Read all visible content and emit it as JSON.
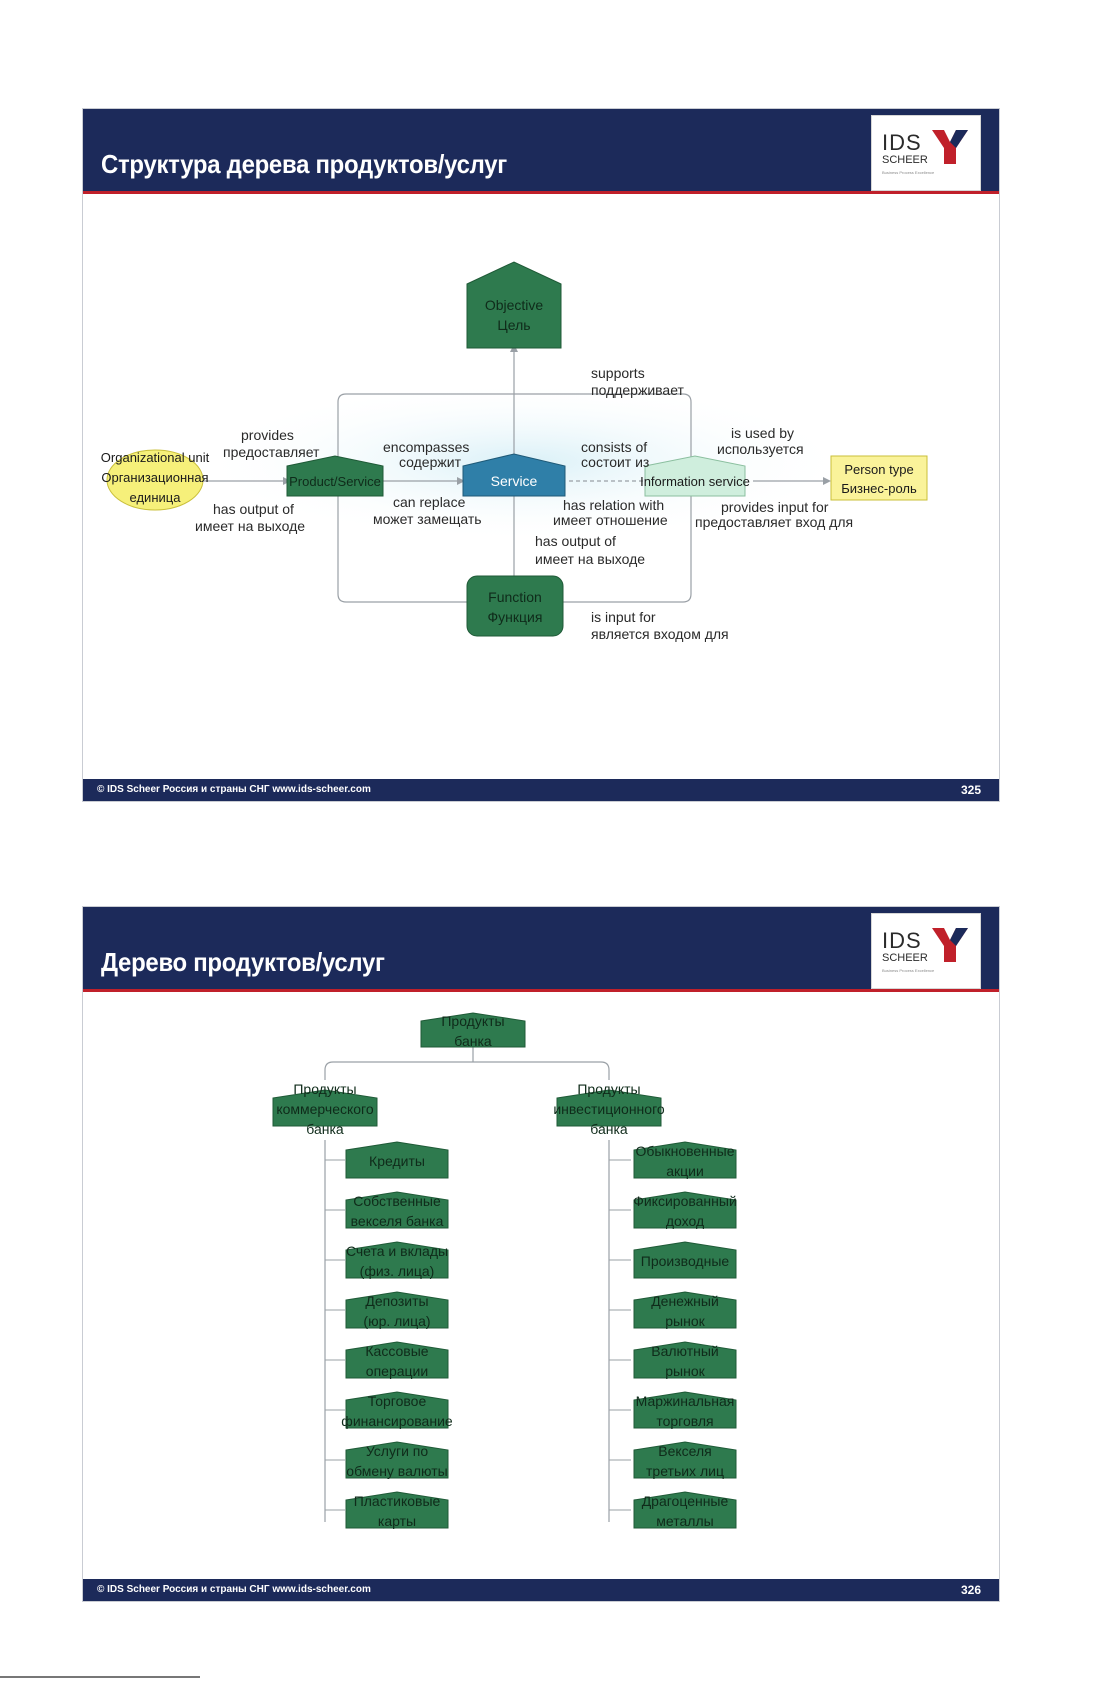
{
  "slide1": {
    "title": "Структура дерева продуктов/услуг",
    "logo": {
      "text": "IDS",
      "subtext": "SCHEER",
      "tagline": "Business Process Excellence"
    },
    "footer": "© IDS Scheer Россия и страны СНГ   www.ids-scheer.com",
    "page_number": "325",
    "nodes": {
      "objective": [
        "Objective",
        "Цель"
      ],
      "function": [
        "Function",
        "Функция"
      ],
      "product_service": "Product/Service",
      "service": "Service",
      "information_service": "Information service",
      "org_unit": [
        "Organizational unit",
        "Организационная",
        "единица"
      ],
      "person_type": [
        "Person type",
        "Бизнес-роль"
      ]
    },
    "labels": {
      "supports": [
        "supports",
        "поддерживает"
      ],
      "provides": [
        "provides",
        "предоставляет"
      ],
      "has_output_left": [
        "has output of",
        "имеет на выходе"
      ],
      "encompasses": [
        "encompasses",
        "содержит"
      ],
      "can_replace": [
        "can replace",
        "может замещать"
      ],
      "consists_of": [
        "consists of",
        "состоит из"
      ],
      "has_relation": [
        "has relation with",
        "имеет отношение"
      ],
      "has_output_center": [
        "has output of",
        "имеет на выходе"
      ],
      "is_used_by": [
        "is used by",
        "используется"
      ],
      "provides_input": [
        "provides input for",
        "предоставляет вход для"
      ],
      "is_input_for": [
        "is input for",
        "является входом для"
      ]
    }
  },
  "slide2": {
    "title": "Дерево продуктов/услуг",
    "footer": "© IDS Scheer Россия и страны СНГ   www.ids-scheer.com",
    "page_number": "326",
    "root": [
      "Продукты",
      "банка"
    ],
    "left_branch": {
      "label": [
        "Продукты",
        "коммерческого",
        "банка"
      ],
      "children": [
        [
          "Кредиты"
        ],
        [
          "Собственные",
          "векселя банка"
        ],
        [
          "Счета и вклады",
          "(физ. лица)"
        ],
        [
          "Депозиты",
          "(юр. лица)"
        ],
        [
          "Кассовые",
          "операции"
        ],
        [
          "Торговое",
          "финансирование"
        ],
        [
          "Услуги по",
          "обмену валюты"
        ],
        [
          "Пластиковые",
          "карты"
        ]
      ]
    },
    "right_branch": {
      "label": [
        "Продукты",
        "инвестиционного",
        "банка"
      ],
      "children": [
        [
          "Обыкновенные",
          "акции"
        ],
        [
          "Фиксированный",
          "доход"
        ],
        [
          "Производные"
        ],
        [
          "Денежный",
          "рынок"
        ],
        [
          "Валютный",
          "рынок"
        ],
        [
          "Маржинальная",
          "торговля"
        ],
        [
          "Векселя",
          "третьих лиц"
        ],
        [
          "Драгоценные",
          "металлы"
        ]
      ]
    }
  },
  "colors": {
    "header": "#1c2a5a",
    "accent_red": "#c0202a",
    "node_green": "#2e7a4e",
    "node_green_light": "#cfeedd",
    "node_blue": "#2f7fa8",
    "org_yellow": "#f6f07a",
    "person_yellow": "#faf39a"
  }
}
